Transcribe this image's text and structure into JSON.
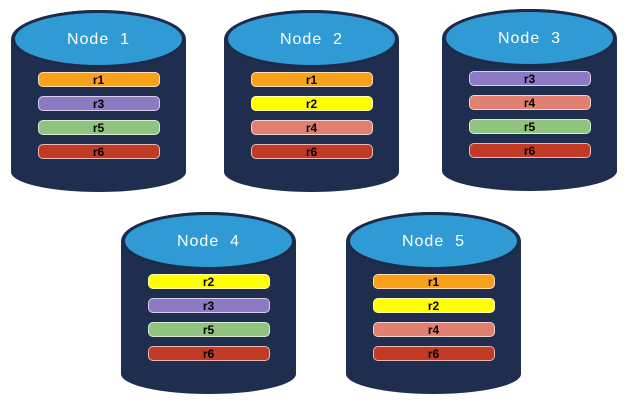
{
  "colors": {
    "background": "#FFFFFF",
    "cylinder_body": "#1F2E4F",
    "cylinder_top": "#2F9AD3",
    "cylinder_top_border": "#1C2B49",
    "node_label_text": "#FFFFFF",
    "replica_label_text": "#000000"
  },
  "replica_colors": {
    "r1": "#F9A11B",
    "r2": "#FFFF00",
    "r3": "#8C7AC4",
    "r4": "#E08070",
    "r5": "#90C47E",
    "r6": "#C03A26"
  },
  "nodes": [
    {
      "label": "Node  1",
      "replicas": [
        "r1",
        "r3",
        "r5",
        "r6"
      ]
    },
    {
      "label": "Node  2",
      "replicas": [
        "r1",
        "r2",
        "r4",
        "r6"
      ]
    },
    {
      "label": "Node  3",
      "replicas": [
        "r3",
        "r4",
        "r5",
        "r6"
      ]
    },
    {
      "label": "Node  4",
      "replicas": [
        "r2",
        "r3",
        "r5",
        "r6"
      ]
    },
    {
      "label": "Node  5",
      "replicas": [
        "r1",
        "r2",
        "r4",
        "r6"
      ]
    }
  ]
}
